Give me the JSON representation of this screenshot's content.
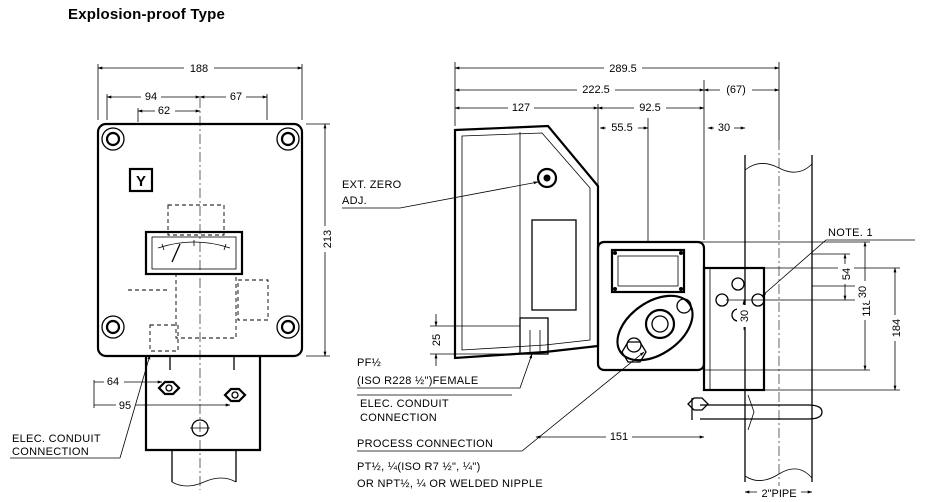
{
  "title": "Explosion-proof Type",
  "front_view": {
    "logo": "Y",
    "dims": {
      "overall_width": "188",
      "left_half": "94",
      "right_half": "67",
      "inner_left": "62",
      "height": "213",
      "bottom_64": "64",
      "bottom_95": "95"
    },
    "labels": {
      "elec_conduit_1": "ELEC. CONDUIT",
      "elec_conduit_2": "CONNECTION"
    }
  },
  "side_view": {
    "dims": {
      "overall": "289.5",
      "d222": "222.5",
      "d67": "(67)",
      "d127": "127",
      "d92": "92.5",
      "d55": "55.5",
      "d30a": "30",
      "d54": "54",
      "d30b": "30",
      "d118": "118",
      "d30c": "30",
      "d184": "184",
      "d25": "25",
      "d151": "151"
    },
    "labels": {
      "ext_zero_1": "EXT. ZERO",
      "ext_zero_2": "ADJ.",
      "note": "NOTE. 1",
      "pf_1": "PF½",
      "pf_2": "(ISO R228 ½\")FEMALE",
      "elec_1": "ELEC. CONDUIT",
      "elec_2": "CONNECTION",
      "process": "PROCESS CONNECTION",
      "pt_1": "PT½, ¼(ISO R7 ½\", ¼\")",
      "pt_2": "OR NPT½, ¼ OR WELDED NIPPLE",
      "pipe": "2\"PIPE"
    }
  }
}
